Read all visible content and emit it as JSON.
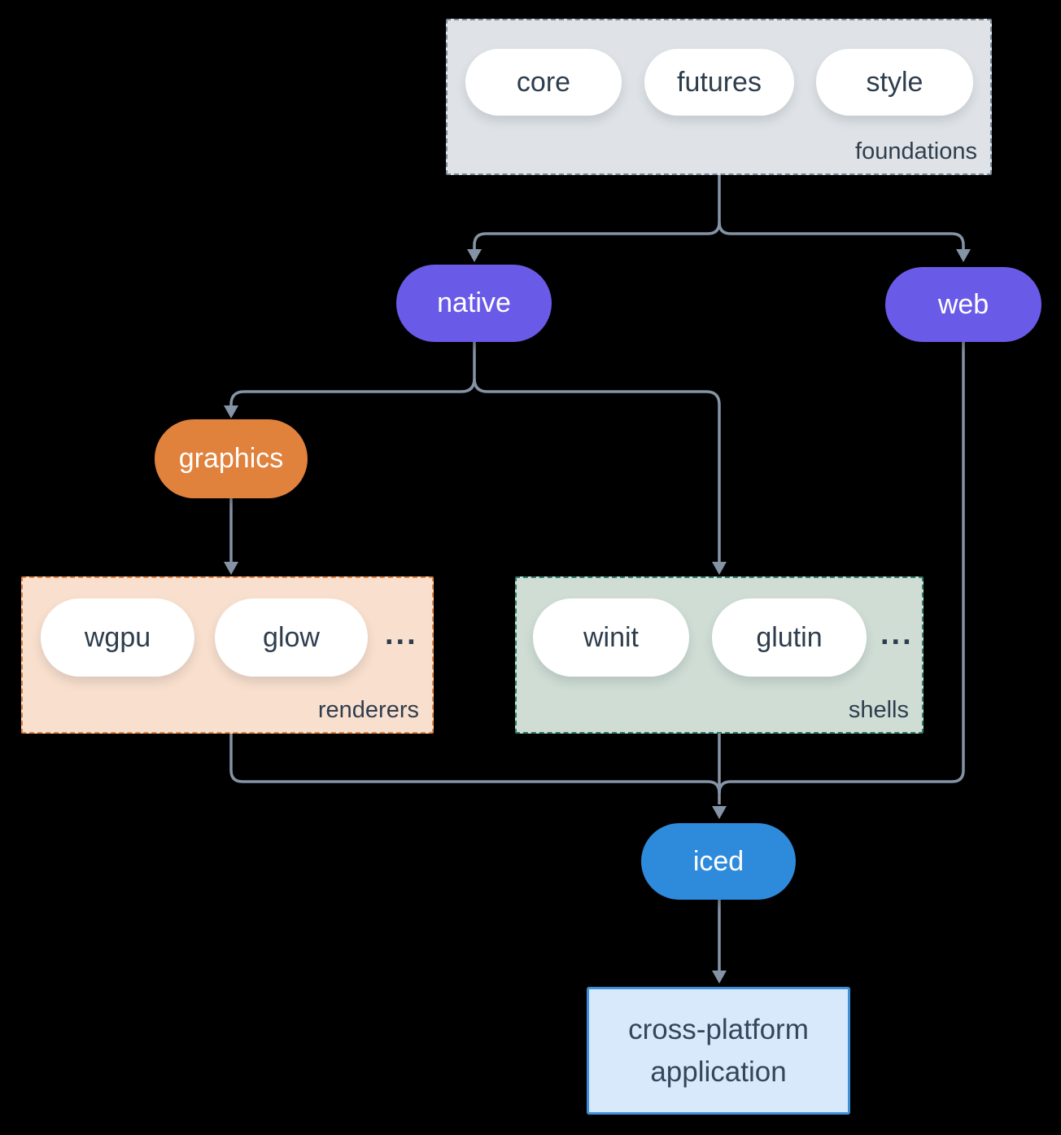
{
  "colors": {
    "background": "#000000",
    "connector": "#8493A5",
    "foundations_fill": "#DFE3E7",
    "foundations_border": "#7B8B9B",
    "renderers_fill": "#F9DFCD",
    "renderers_border": "#E8823A",
    "shells_fill": "#CFDDD5",
    "shells_border": "#2E7D6D",
    "native_web_fill": "#6A5AE8",
    "graphics_fill": "#E0813C",
    "iced_fill": "#2E8BDC",
    "application_fill": "#D7E9FA",
    "application_border": "#3E8FD9",
    "pill_fill": "#FFFFFF",
    "dark_text": "#2E3D4D"
  },
  "groups": {
    "foundations": {
      "label": "foundations",
      "items": [
        "core",
        "futures",
        "style"
      ]
    },
    "renderers": {
      "label": "renderers",
      "items": [
        "wgpu",
        "glow"
      ],
      "ellipsis": "..."
    },
    "shells": {
      "label": "shells",
      "items": [
        "winit",
        "glutin"
      ],
      "ellipsis": "..."
    }
  },
  "nodes": {
    "native": {
      "label": "native"
    },
    "web": {
      "label": "web"
    },
    "graphics": {
      "label": "graphics"
    },
    "iced": {
      "label": "iced"
    },
    "application": {
      "line1": "cross-platform",
      "line2": "application"
    }
  }
}
